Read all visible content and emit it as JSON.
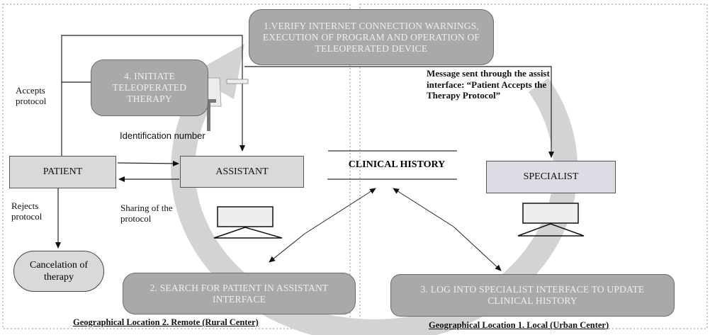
{
  "steps": {
    "step1": "1.VERIFY INTERNET CONNECTION WARNINGS, EXECUTION OF PROGRAM AND OPERATION OF TELEOPERATED DEVICE",
    "step2": "2. SEARCH FOR PATIENT IN ASSISTANT INTERFACE",
    "step3": "3. LOG INTO SPECIALIST INTERFACE TO UPDATE CLINICAL HISTORY",
    "step4": "4. INITIATE TELEOPERATED THERAPY"
  },
  "actors": {
    "patient": "PATIENT",
    "assistant": "ASSISTANT",
    "specialist": "SPECIALIST",
    "clinical_history": "CLINICAL HISTORY",
    "cancelation": "Cancelation of therapy"
  },
  "labels": {
    "accepts": "Accepts protocol",
    "rejects": "Rejects protocol",
    "sharing": "Sharing of the protocol",
    "identification": "Identification number",
    "message": "Message sent through the assist interface: “Patient Accepts the Therapy Protocol”"
  },
  "locations": {
    "remote": "Geographical Location 2. Remote (Rural Center)",
    "local": "Geographical Location 1. Local (Urban Center)"
  },
  "colors": {
    "step_fill": "#a9a9a9",
    "actor_fill": "#d9d9d9",
    "cycle_arrow": "#d0d0d0"
  }
}
